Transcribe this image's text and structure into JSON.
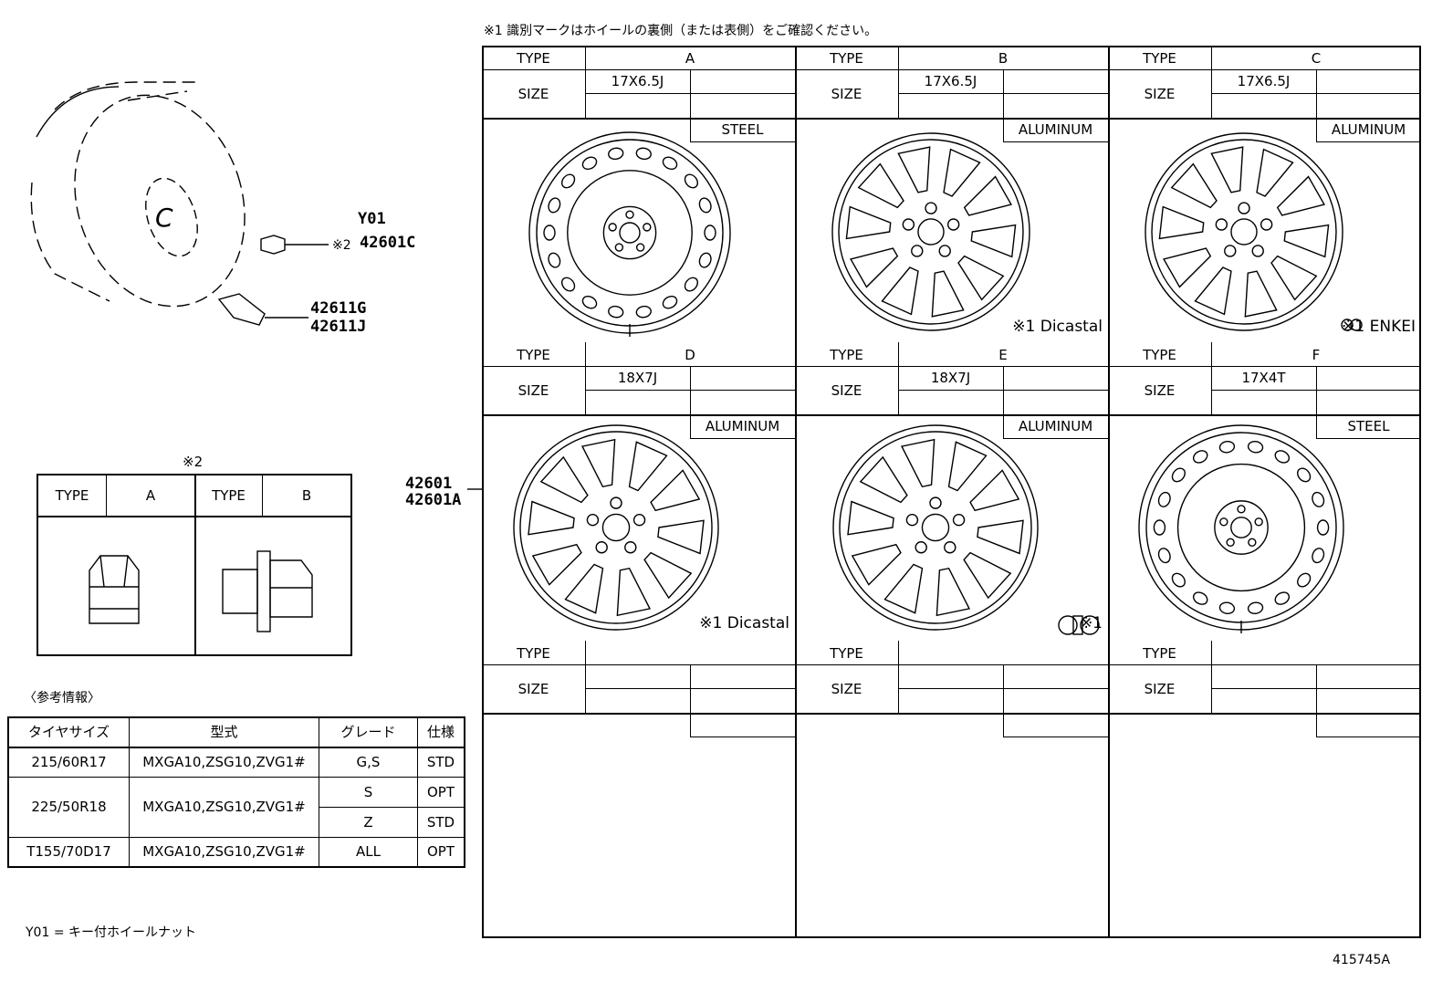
{
  "note1": "※1 識別マークはホイールの裏側（または表側）をご確認ください。",
  "parts": {
    "y01": "Y01",
    "cap_mark": "※2",
    "cap_part": "42601C",
    "valve_part1": "42611G",
    "valve_part2": "42611J",
    "wheel_part1": "42601",
    "wheel_part2": "42601A"
  },
  "nut_table": {
    "title": "※2",
    "type_label": "TYPE",
    "types": [
      "A",
      "B"
    ]
  },
  "wheel_grid": {
    "type_label": "TYPE",
    "size_label": "SIZE",
    "cells": [
      {
        "type": "A",
        "size": "17X6.5J",
        "material": "STEEL",
        "maker_mark": "",
        "maker_icon": ""
      },
      {
        "type": "B",
        "size": "17X6.5J",
        "material": "ALUMINUM",
        "maker_mark": "※1 Dicastal",
        "maker_icon": ""
      },
      {
        "type": "C",
        "size": "17X6.5J",
        "material": "ALUMINUM",
        "maker_mark": "※1 ENKEI",
        "maker_icon": "enkei-logo-icon"
      },
      {
        "type": "D",
        "size": "18X7J",
        "material": "ALUMINUM",
        "maker_mark": "※1 Dicastal",
        "maker_icon": ""
      },
      {
        "type": "E",
        "size": "18X7J",
        "material": "ALUMINUM",
        "maker_mark": "※1",
        "maker_icon": "maker-logo-icon"
      },
      {
        "type": "F",
        "size": "17X4T",
        "material": "STEEL",
        "maker_mark": "",
        "maker_icon": ""
      },
      {
        "type": "",
        "size": "",
        "material": "",
        "maker_mark": "",
        "maker_icon": ""
      },
      {
        "type": "",
        "size": "",
        "material": "",
        "maker_mark": "",
        "maker_icon": ""
      },
      {
        "type": "",
        "size": "",
        "material": "",
        "maker_mark": "",
        "maker_icon": ""
      }
    ]
  },
  "reference": {
    "heading": "〈参考情報〉",
    "headers": [
      "タイヤサイズ",
      "型式",
      "グレード",
      "仕様"
    ],
    "rows": [
      {
        "tire": "215/60R17",
        "model": "MXGA10,ZSG10,ZVG1#",
        "grade": "G,S",
        "spec": "STD"
      },
      {
        "tire": "225/50R18",
        "model": "MXGA10,ZSG10,ZVG1#",
        "grade": "S",
        "spec": "OPT"
      },
      {
        "tire": "",
        "model": "",
        "grade": "Z",
        "spec": "STD"
      },
      {
        "tire": "T155/70D17",
        "model": "MXGA10,ZSG10,ZVG1#",
        "grade": "ALL",
        "spec": "OPT"
      }
    ]
  },
  "legend": "Y01 = キー付ホイールナット",
  "figure_id": "415745A"
}
